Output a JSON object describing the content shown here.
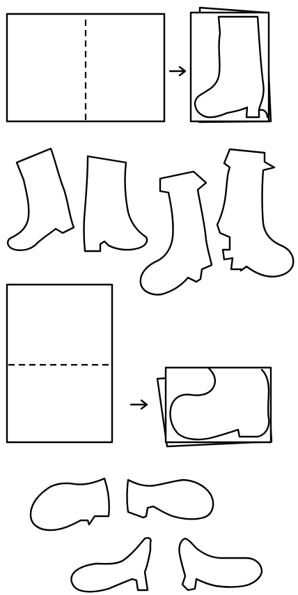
{
  "figure": {
    "steps": [
      {
        "step": "fold-paper-vertically",
        "fold": "vertical"
      },
      {
        "step": "cut-boot-outline-on-folded-paper"
      },
      {
        "step": "resulting-boot-shapes",
        "count": 4
      },
      {
        "step": "fold-paper-horizontally",
        "fold": "horizontal"
      },
      {
        "step": "cut-shoe-outline-on-folded-paper"
      },
      {
        "step": "resulting-shoe-shapes",
        "count": 4
      }
    ],
    "line_color": "#000000",
    "background_color": "#ffffff",
    "icons": [
      "arrow-right-icon",
      "arrow-right-icon"
    ]
  }
}
